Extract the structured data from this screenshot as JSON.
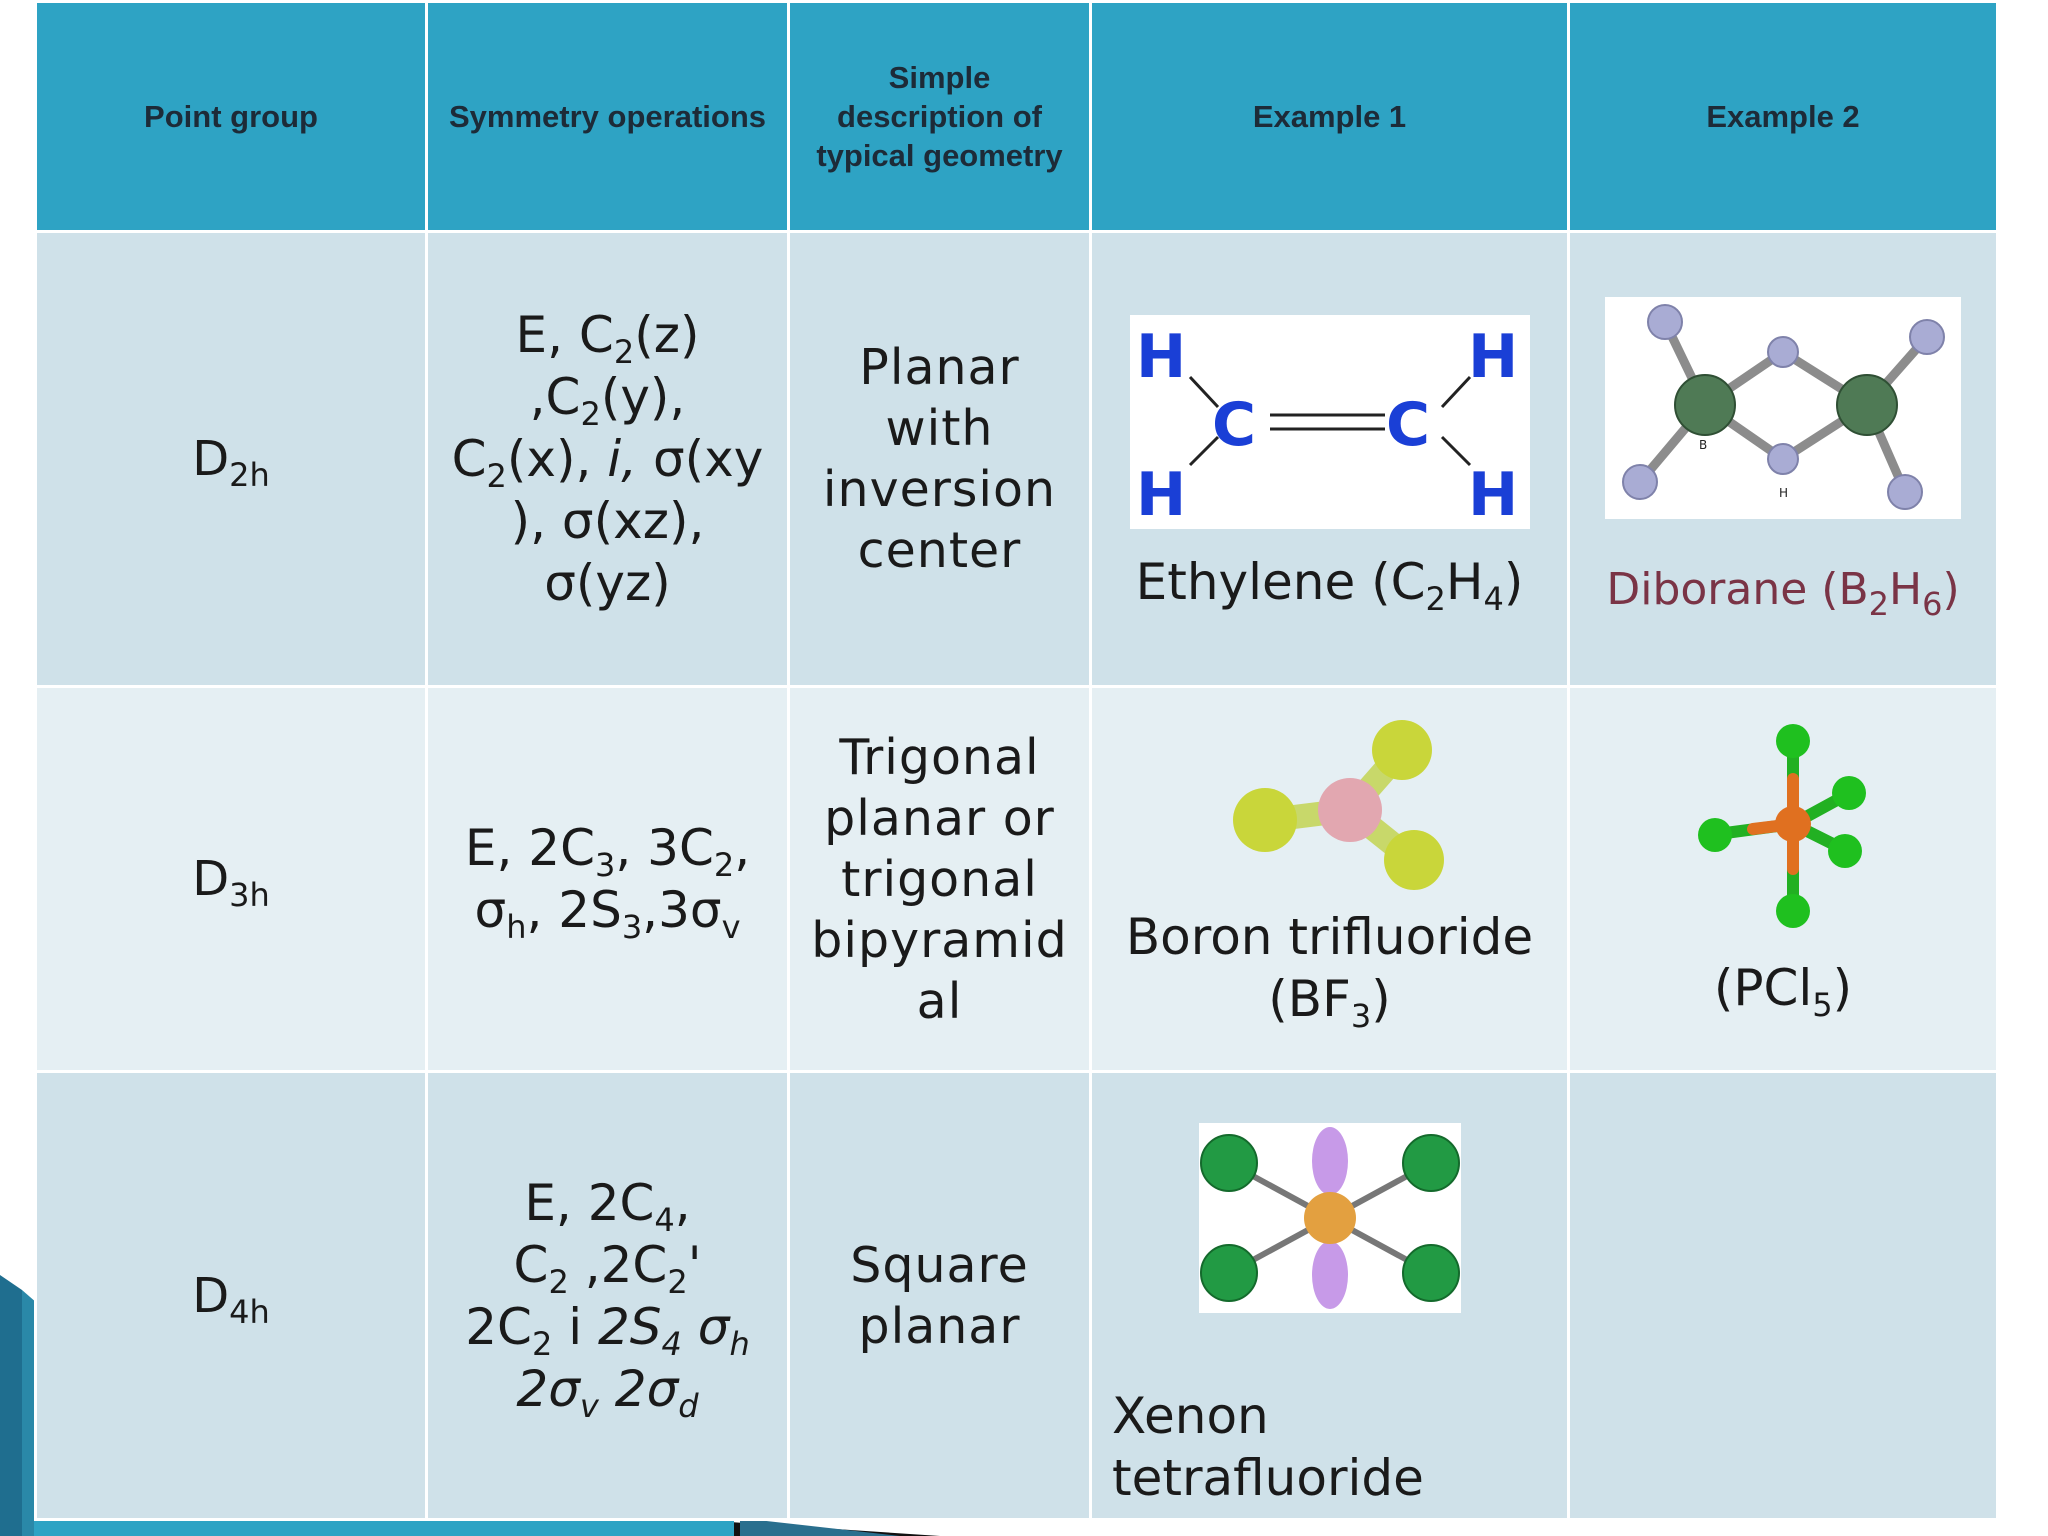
{
  "headers": {
    "point_group": "Point group",
    "symmetry_operations": "Symmetry operations",
    "description": "Simple description of typical geometry",
    "example1": "Example 1",
    "example2": "Example 2"
  },
  "rows": [
    {
      "point_group": {
        "main": "D",
        "sub": "2h"
      },
      "ops": {
        "a": "E, C",
        "a_sub": "2",
        "b": "(z)",
        "c": ",C",
        "c_sub": "2",
        "d": "(y),",
        "e": "C",
        "e_sub": "2",
        "f": "(x), ",
        "g": "i,",
        "h": " σ(xy",
        "i": "), σ(xz),",
        "j": "σ(yz)"
      },
      "description": {
        "l1": "Planar",
        "l2": "with",
        "l3": "inversion",
        "l4": "center"
      },
      "example1": {
        "pre": "Ethylene (C",
        "s1": "2",
        "mid": "H",
        "s2": "4",
        "post": ")"
      },
      "example2": {
        "pre": "Diborane (B",
        "s1": "2",
        "mid": "H",
        "s2": "6",
        "post": ")"
      },
      "ethylene_atoms": {
        "h": "H",
        "c": "C"
      },
      "diborane_atoms": {
        "b": "B",
        "h": "H"
      }
    },
    {
      "point_group": {
        "main": "D",
        "sub": "3h"
      },
      "ops": {
        "a": "E, 2C",
        "a_sub": "3",
        "b": ", 3C",
        "b_sub": "2",
        "c": ",",
        "d": "σ",
        "d_sub": "h",
        "e": ", 2S",
        "e_sub": "3",
        "f": ",3σ",
        "f_sub": "v"
      },
      "description": {
        "l1": "Trigonal",
        "l2": "planar or",
        "l3": "trigonal",
        "l4": "bipyramid",
        "l5": "al"
      },
      "example1": {
        "l1": "Boron trifluoride",
        "pre": "(BF",
        "s1": "3",
        "post": ")"
      },
      "example2": {
        "pre": "(PCl",
        "s1": "5",
        "post": ")"
      }
    },
    {
      "point_group": {
        "main": "D",
        "sub": "4h"
      },
      "ops": {
        "a": "E, 2C",
        "a_sub": "4",
        "a_end": ",",
        "b": "C",
        "b_sub": "2",
        "b_mid": " ,2C",
        "b_sub2": "2",
        "b_end": "'",
        "c": "2C",
        "c_sub": "2",
        "c_mid": " i ",
        "c_it": "2S",
        "c_it_sub": "4",
        "c_it2": " σ",
        "c_it2_sub": "h",
        "d_it": "2σ",
        "d_it_sub": "v",
        "d_it2": " 2σ",
        "d_it2_sub": "d"
      },
      "description": {
        "l1": "Square",
        "l2": "planar"
      },
      "example1": {
        "l1": "Xenon",
        "l2": "tetrafluoride"
      },
      "example2": {}
    }
  ],
  "colors": {
    "header_bg": "#2ea3c4",
    "row_dark": "#cfe1e9",
    "row_light": "#e5eff3",
    "diborane_text": "#7a3446",
    "ethylene_atoms": "#1a3fd6"
  }
}
